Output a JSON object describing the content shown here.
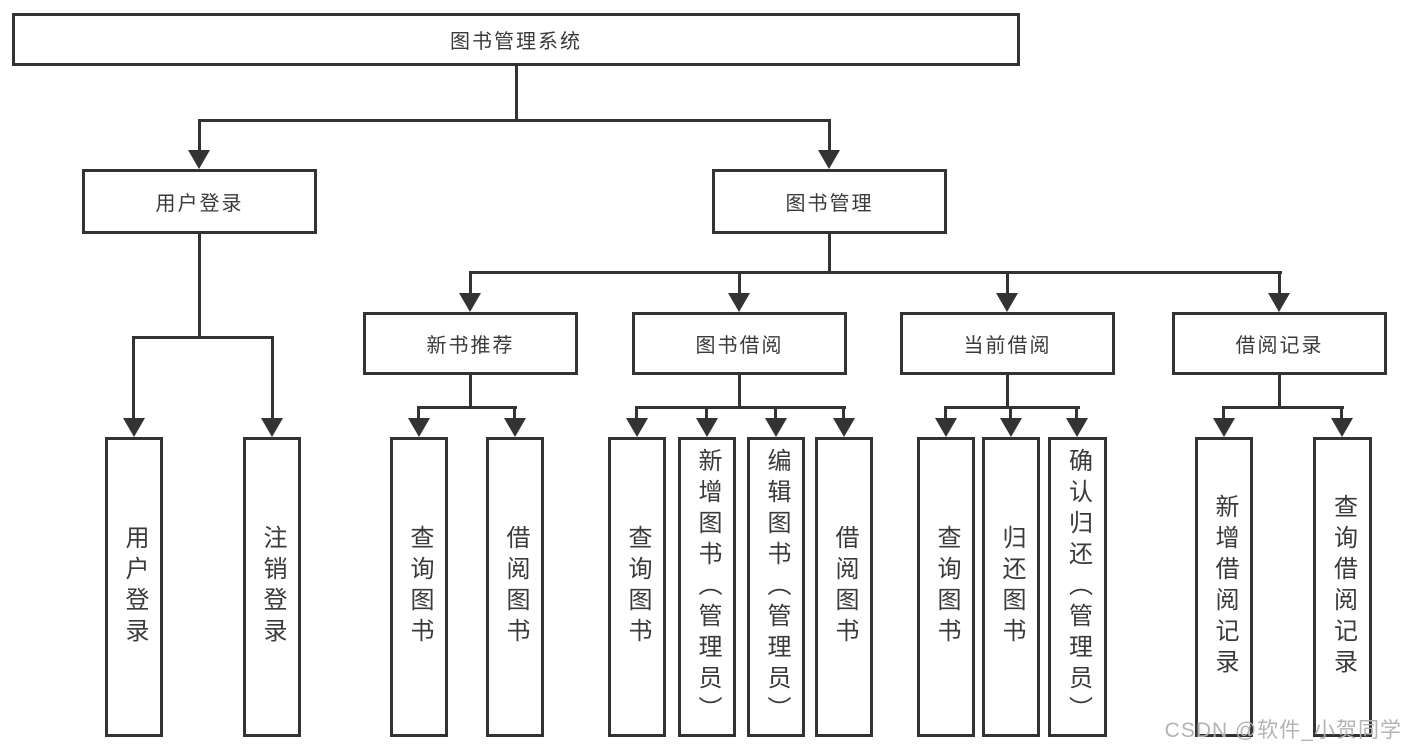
{
  "title": "图书管理系统",
  "colors": {
    "line": "#333333",
    "text": "#3a3a3a",
    "background": "#ffffff",
    "watermark": "#b3b3b3"
  },
  "watermark": "CSDN @软件_小贺同学",
  "tree": {
    "root": {
      "label": "图书管理系统"
    },
    "level2": [
      {
        "label": "用户登录",
        "children": [
          {
            "label": "用户登录"
          },
          {
            "label": "注销登录"
          }
        ]
      },
      {
        "label": "图书管理",
        "children": [
          {
            "label": "新书推荐",
            "children": [
              {
                "label": "查询图书"
              },
              {
                "label": "借阅图书"
              }
            ]
          },
          {
            "label": "图书借阅",
            "children": [
              {
                "label": "查询图书"
              },
              {
                "label": "新增图书（管理员）"
              },
              {
                "label": "编辑图书（管理员）"
              },
              {
                "label": "借阅图书"
              }
            ]
          },
          {
            "label": "当前借阅",
            "children": [
              {
                "label": "查询图书"
              },
              {
                "label": "归还图书"
              },
              {
                "label": "确认归还（管理员）"
              }
            ]
          },
          {
            "label": "借阅记录",
            "children": [
              {
                "label": "新增借阅记录"
              },
              {
                "label": "查询借阅记录"
              }
            ]
          }
        ]
      }
    ]
  }
}
